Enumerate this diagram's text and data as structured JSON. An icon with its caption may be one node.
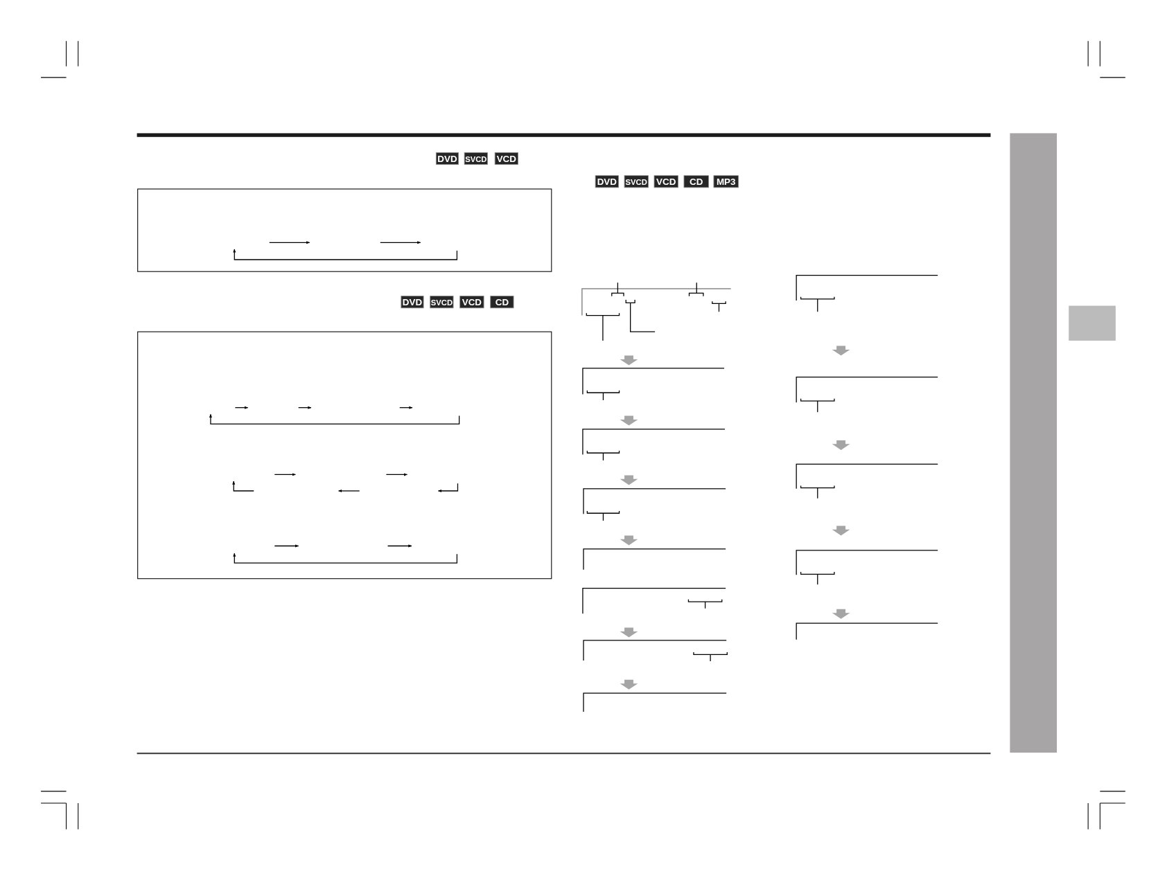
{
  "diagram": {
    "labels": [
      "DVD",
      "SVCD",
      "VCD",
      "DVD",
      "SVCD",
      "VCD",
      "CD",
      "DVD",
      "SVCD",
      "VCD",
      "CD",
      "MP3"
    ]
  }
}
